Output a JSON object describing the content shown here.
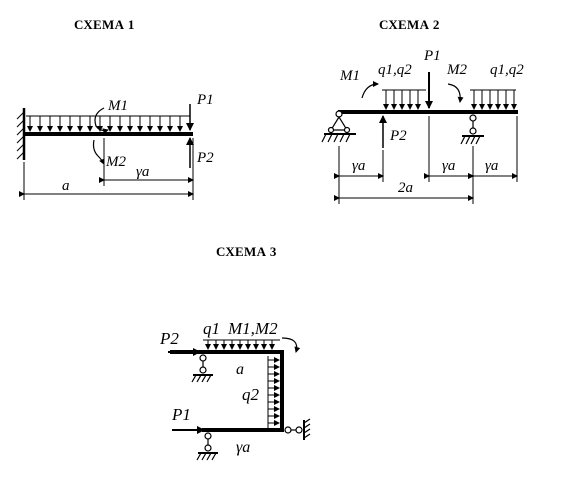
{
  "schemes": [
    {
      "title": "СХЕМА 1",
      "labels": {
        "M1": "M1",
        "M2": "M2",
        "P1": "P1",
        "P2": "P2",
        "ga": "γa",
        "a": "a"
      }
    },
    {
      "title": "СХЕМА 2",
      "labels": {
        "M1": "M1",
        "q1q2_left": "q1,q2",
        "P1": "P1",
        "M2": "M2",
        "q1q2_right": "q1,q2",
        "P2": "P2",
        "ga1": "γa",
        "ga2": "γa",
        "ga3": "γa",
        "two_a": "2a"
      }
    },
    {
      "title": "СХЕМА 3",
      "labels": {
        "P2": "P2",
        "q1": "q1",
        "M1M2": "M1,M2",
        "a": "a",
        "q2": "q2",
        "P1": "P1",
        "ga": "γa"
      }
    }
  ],
  "colors": {
    "ink": "#000000",
    "background": "#ffffff"
  }
}
